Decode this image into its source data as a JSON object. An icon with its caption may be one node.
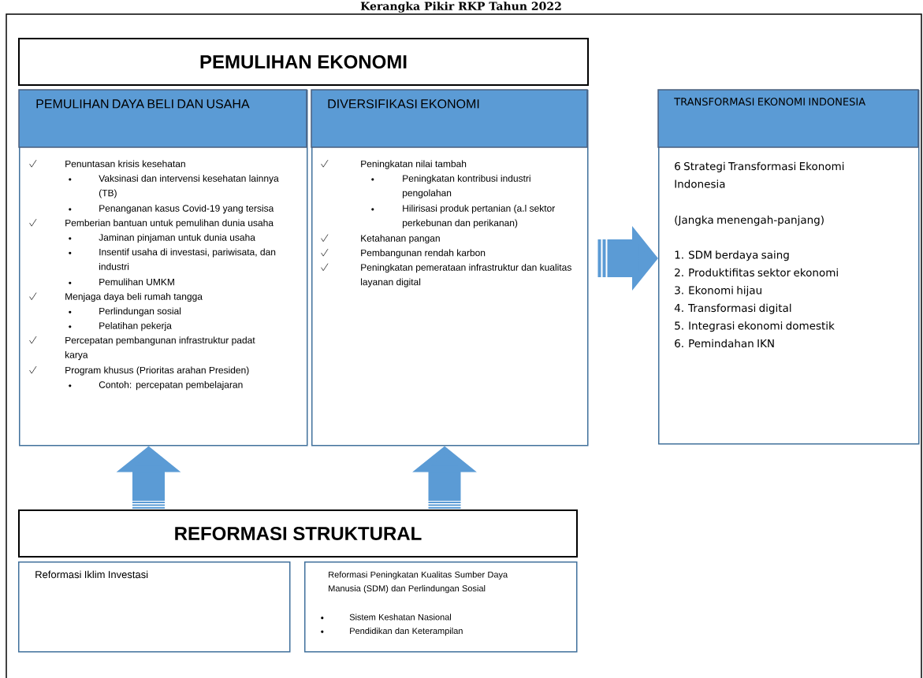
{
  "diagram": {
    "title": "Kerangka Pikir RKP Tahun 2022",
    "nodes": [
      {
        "text": [
          "PEMULIHAN EKONOMI"
        ]
      },
      {
        "text": [
          "PEMULIHAN DAYA BELI DAN USAHA",
          "Penuntasan krisis kesehatan",
          "Vaksinasi dan intervensi kesehatan lainnya (TB)",
          "Penanganan kasus Covid-19 yang tersisa",
          "Pemberian bantuan untuk pemulihan dunia usaha",
          "Jaminan pinjaman untuk dunia usaha",
          "Insentif usaha di investasi, pariwisata, dan industri",
          "Pemulihan UMKM",
          "Menjaga daya beli rumah tangga",
          "Perlindungan sosial",
          "Pelatihan pekerja",
          "Percepatan pembangunan infrastruktur padat karya",
          "Program khusus (Prioritas arahan Presiden)",
          "Contoh: percepatan pembelajaran"
        ]
      },
      {
        "text": [
          "DIVERSIFIKASI EKONOMI",
          "Peningkatan nilai tambah",
          "Peningkatan kontribusi industri pengolahan",
          "Hilirisasi produk pertanian (a.l sektor perkebunan dan perikanan)",
          "Ketahanan pangan",
          "Pembangunan rendah karbon",
          "Peningkatan pemerataan infrastruktur dan kualitas layanan digital"
        ]
      },
      {
        "text": [
          "TRANSFORMASI EKONOMI INDONESIA",
          "6 Strategi Transformasi Ekonomi Indonesia",
          "(Jangka menengah-panjang)",
          "1. SDM berdaya saing",
          "2. Produktifitas sektor ekonomi",
          "3. Ekonomi hijau",
          "4. Transformasi digital",
          "5. Integrasi ekonomi domestik",
          "6. Pemindahan IKN"
        ]
      },
      {
        "text": [
          "REFORMASI STRUKTURAL"
        ]
      },
      {
        "text": [
          "Reformasi Iklim Investasi"
        ]
      },
      {
        "text": [
          "Reformasi Peningkatan Kualitas Sumber Daya Manusia (SDM) dan Perlindungan Sosial",
          "Sistem Keshatan Nasional",
          "Pendidikan dan Keterampilan"
        ]
      }
    ],
    "edges": [
      {
        "from": 4,
        "to": 1,
        "arrow": "to"
      },
      {
        "from": 4,
        "to": 2,
        "arrow": "to"
      },
      {
        "from": 2,
        "to": 3,
        "arrow": "to"
      }
    ]
  }
}
